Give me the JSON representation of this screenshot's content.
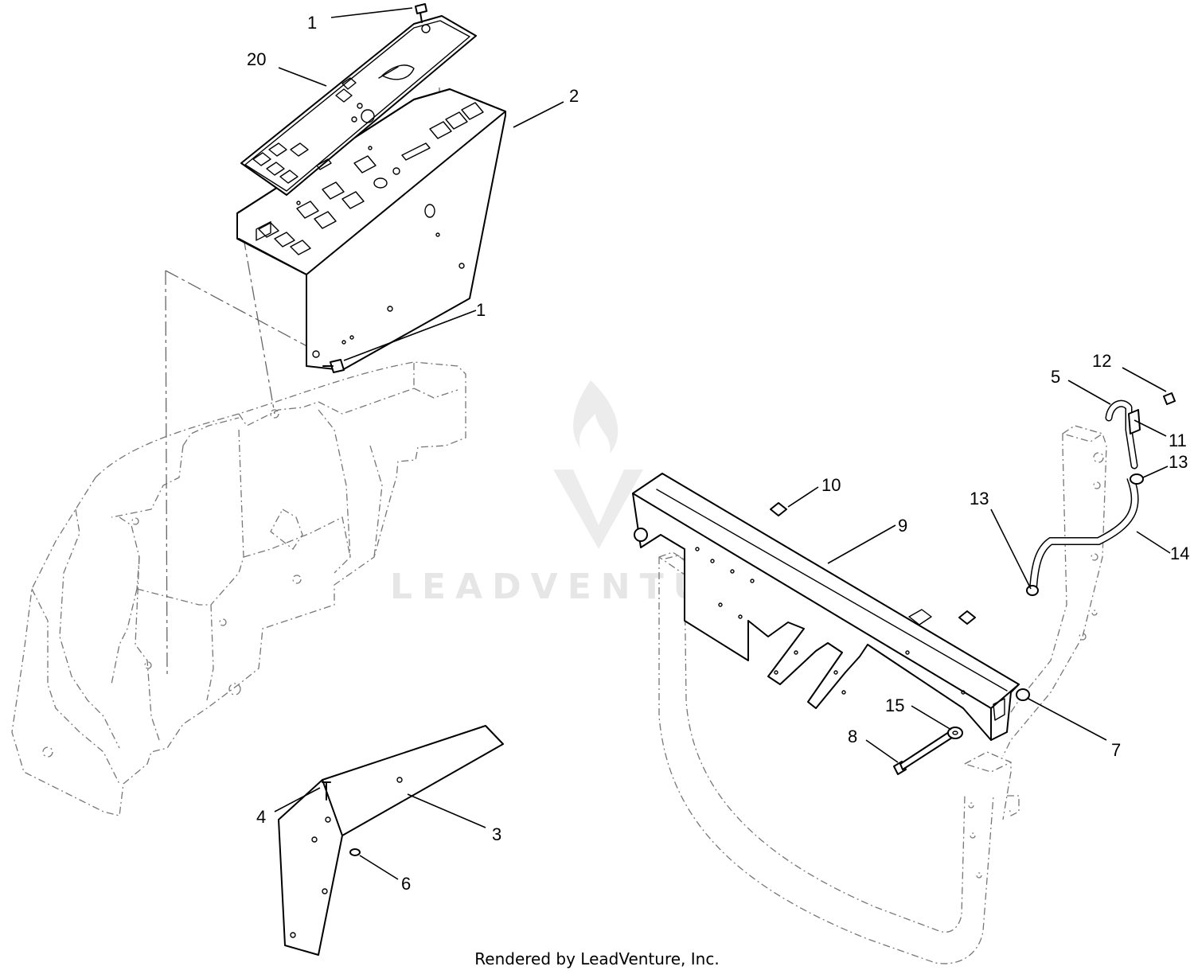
{
  "watermark": {
    "text": "LEADVENTURE"
  },
  "footer": {
    "text": "Rendered by LeadVenture, Inc."
  },
  "callouts": [
    {
      "id": "c1a",
      "label": "1"
    },
    {
      "id": "c20",
      "label": "20"
    },
    {
      "id": "c2",
      "label": "2"
    },
    {
      "id": "c1b",
      "label": "1"
    },
    {
      "id": "c12",
      "label": "12"
    },
    {
      "id": "c5",
      "label": "5"
    },
    {
      "id": "c11",
      "label": "11"
    },
    {
      "id": "c13a",
      "label": "13"
    },
    {
      "id": "c10",
      "label": "10"
    },
    {
      "id": "c13b",
      "label": "13"
    },
    {
      "id": "c9",
      "label": "9"
    },
    {
      "id": "c14",
      "label": "14"
    },
    {
      "id": "c15",
      "label": "15"
    },
    {
      "id": "c8",
      "label": "8"
    },
    {
      "id": "c7",
      "label": "7"
    },
    {
      "id": "c4",
      "label": "4"
    },
    {
      "id": "c3",
      "label": "3"
    },
    {
      "id": "c6",
      "label": "6"
    }
  ]
}
